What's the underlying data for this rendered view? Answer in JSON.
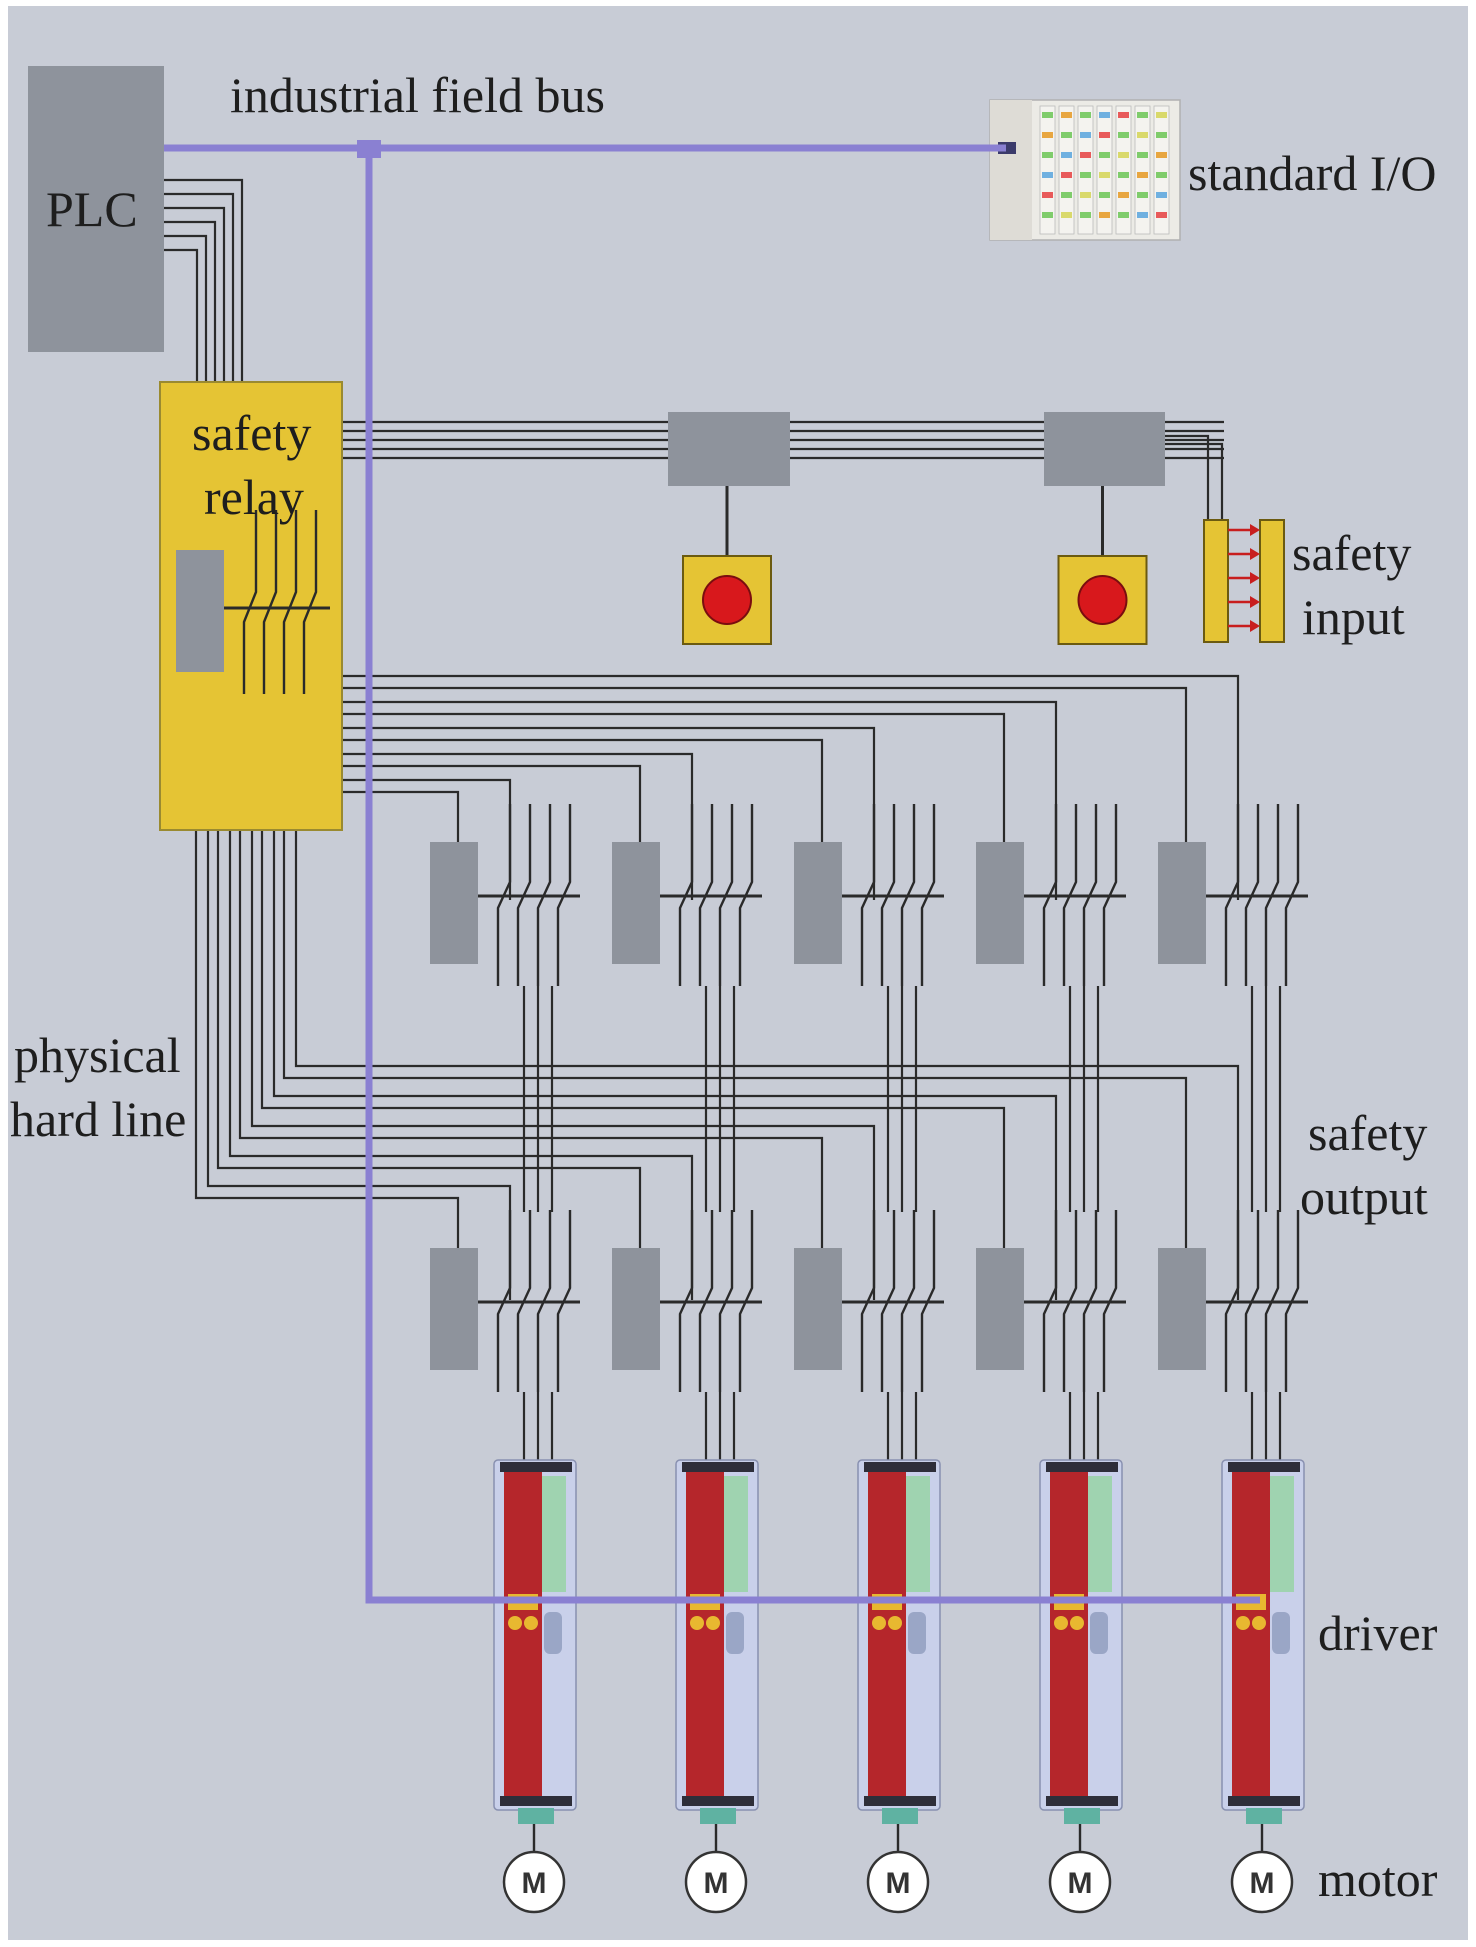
{
  "labels": {
    "bus": "industrial field bus",
    "plc": "PLC",
    "std_io": "standard I/O",
    "relay_line1": "safety",
    "relay_line2": "relay",
    "safety_input_line1": "safety",
    "safety_input_line2": "input",
    "physical_line1": "physical",
    "physical_line2": "hard line",
    "safety_output_line1": "safety",
    "safety_output_line2": "output",
    "driver": "driver",
    "motor": "motor",
    "motor_symbol": "M"
  },
  "colors": {
    "background": "#c8ccd6",
    "page_border": "#ffffff",
    "bus": "#8a80d2",
    "device_gray": "#8e939c",
    "relay_yellow": "#e5c434",
    "wire": "#2a2a2a",
    "driver_red": "#b5262b",
    "driver_body": "#c9d0ea",
    "estop_red": "#d8181c",
    "arrow_red": "#c81e1e"
  },
  "counts": {
    "drive_channels": 5,
    "emergency_stops": 2
  }
}
